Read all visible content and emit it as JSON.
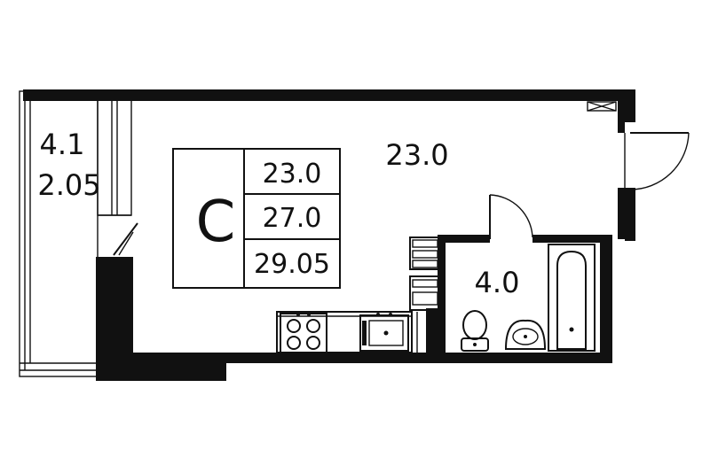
{
  "plan": {
    "apartment_type": "С",
    "areas": {
      "living": "23.0",
      "total": "27.0",
      "total_with_balcony": "29.05"
    },
    "rooms": {
      "main_room": "23.0",
      "bathroom": "4.0",
      "balcony_area": "4.1",
      "balcony_reduced": "2.05"
    }
  }
}
